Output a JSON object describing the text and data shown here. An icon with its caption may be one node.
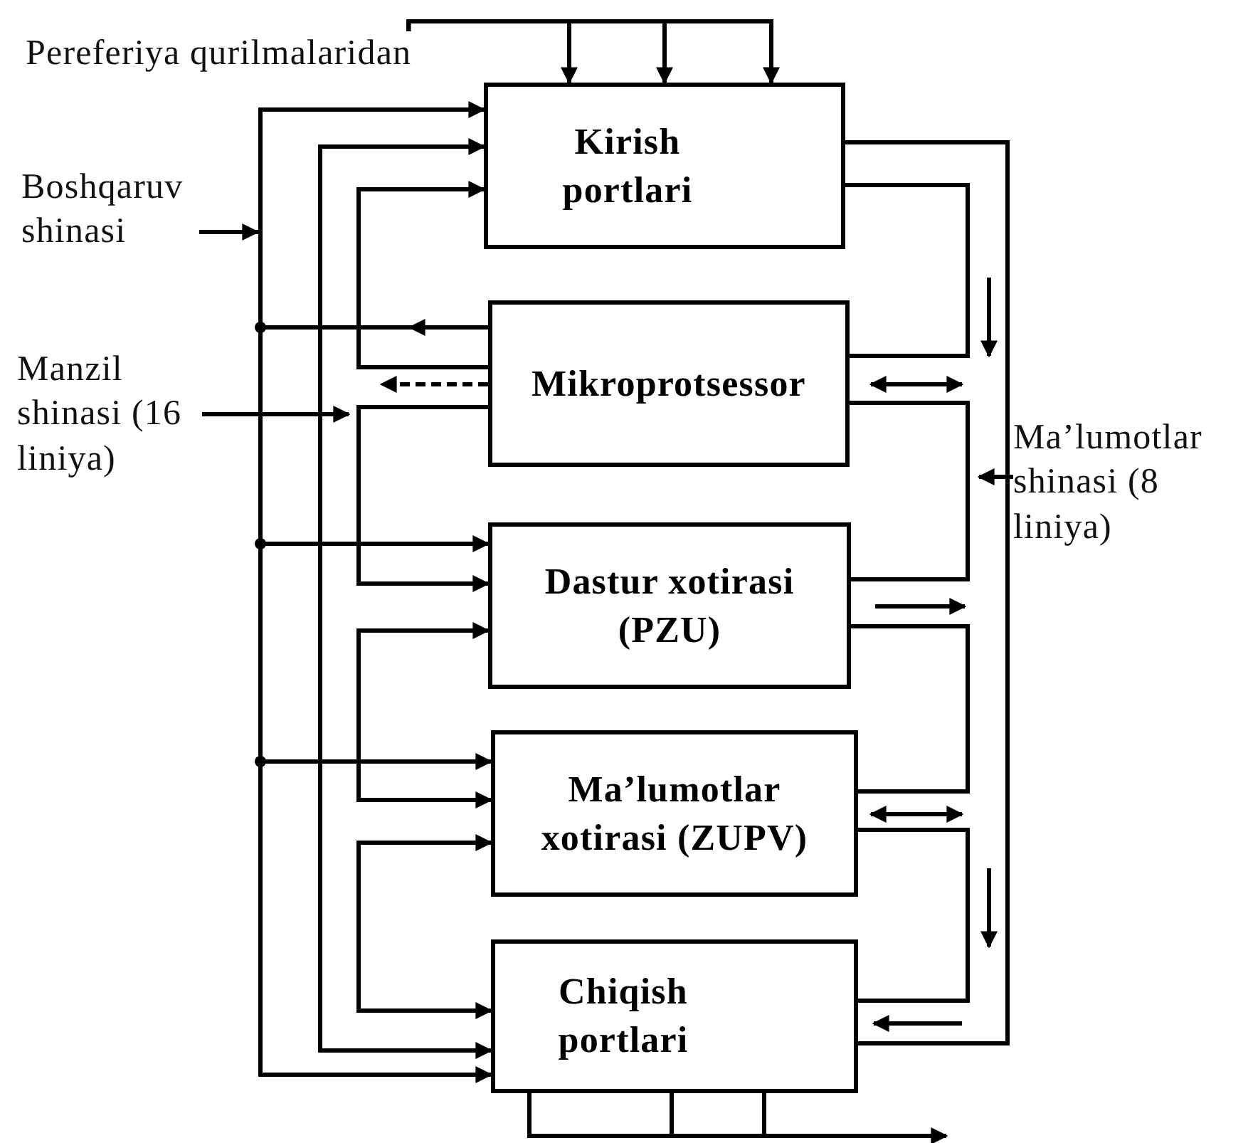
{
  "diagram": {
    "nodes": [
      {
        "text": [
          "Pereferiya qurilmalaridan"
        ]
      },
      {
        "text": [
          "Kirish portlari"
        ]
      },
      {
        "text": [
          "Mikroprotsessor"
        ]
      },
      {
        "text": [
          "Dastur xotirasi (PZU)"
        ]
      },
      {
        "text": [
          "Ma’lumotlar xotirasi (ZUPV)"
        ]
      },
      {
        "text": [
          "Chiqish portlari"
        ]
      },
      {
        "text": [
          "Boshqaruv shinasi"
        ]
      },
      {
        "text": [
          "Manzil shinasi (16 liniya)"
        ]
      },
      {
        "text": [
          "Ma’lumotlar shinasi (8 liniya)"
        ]
      }
    ],
    "edges": [
      {
        "from": 0,
        "to": 1,
        "arrow": "to"
      },
      {
        "from": 0,
        "to": 1,
        "arrow": "to"
      },
      {
        "from": 0,
        "to": 1,
        "arrow": "to"
      },
      {
        "from": 6,
        "to": null,
        "arrow": "to"
      },
      {
        "from": 6,
        "to": 1,
        "arrow": "to"
      },
      {
        "from": 2,
        "to": null,
        "arrow": "to"
      },
      {
        "from": 6,
        "to": 3,
        "arrow": "to"
      },
      {
        "from": 6,
        "to": 4,
        "arrow": "to"
      },
      {
        "from": 6,
        "to": 5,
        "arrow": "to"
      },
      {
        "from": 7,
        "to": null,
        "arrow": "to"
      },
      {
        "from": 7,
        "to": 1,
        "arrow": "to"
      },
      {
        "from": 7,
        "to": 5,
        "arrow": "to"
      },
      {
        "from": 2,
        "to": 1,
        "arrow": "to"
      },
      {
        "from": 2,
        "to": null,
        "arrow": "to",
        "style": "dashed"
      },
      {
        "from": 2,
        "to": 3,
        "arrow": "to"
      },
      {
        "from": 3,
        "to": 4,
        "arrow": "both"
      },
      {
        "from": 4,
        "to": 5,
        "arrow": "both"
      },
      {
        "from": 1,
        "to": 2,
        "arrow": "none"
      },
      {
        "from": 2,
        "to": 3,
        "arrow": "none"
      },
      {
        "from": 3,
        "to": 4,
        "arrow": "none"
      },
      {
        "from": 4,
        "to": 5,
        "arrow": "none"
      },
      {
        "from": 1,
        "to": 5,
        "arrow": "none"
      },
      {
        "from": 8,
        "to": null,
        "arrow": "to"
      },
      {
        "from": 5,
        "to": null,
        "arrow": "to"
      },
      {
        "from": 5,
        "to": null,
        "arrow": "none"
      },
      {
        "from": 5,
        "to": null,
        "arrow": "none"
      }
    ]
  }
}
